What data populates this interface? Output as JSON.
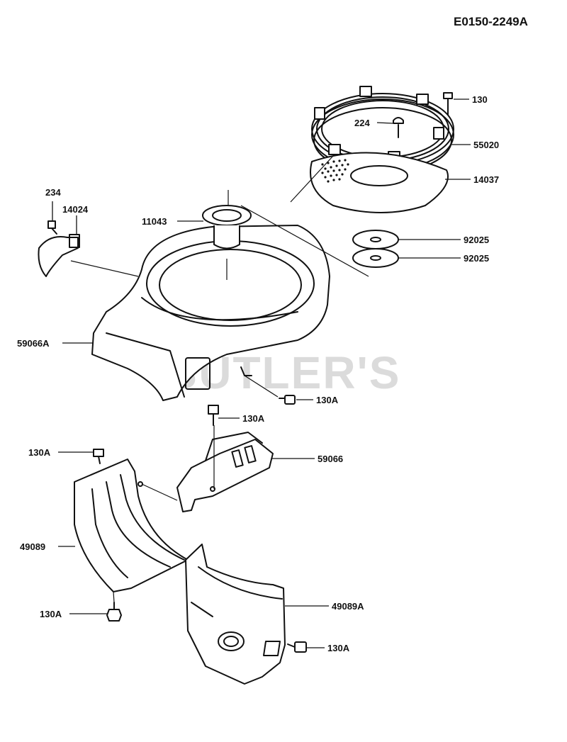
{
  "diagram_code": "E0150-2249A",
  "watermark": "BUTLER'S",
  "callouts": {
    "bolt_130": "130",
    "screw_224": "224",
    "clip_55020": "55020",
    "screen_14037": "14037",
    "washer_92025_top": "92025",
    "washer_92025_bottom": "92025",
    "screw_234": "234",
    "bracket_14024": "14024",
    "cup_11043": "11043",
    "housing_59066A": "59066A",
    "bolt_130A_housing": "130A",
    "bolt_130A_bracket": "130A",
    "bracket_59066": "59066",
    "bolt_130A_cover_top": "130A",
    "cover_49089": "49089",
    "bolt_130A_cover_bottom": "130A",
    "cover_49089A": "49089A",
    "bolt_130A_cover_right": "130A"
  },
  "colors": {
    "ink": "#111111",
    "watermark": "#cfcfcf",
    "background": "#ffffff"
  }
}
